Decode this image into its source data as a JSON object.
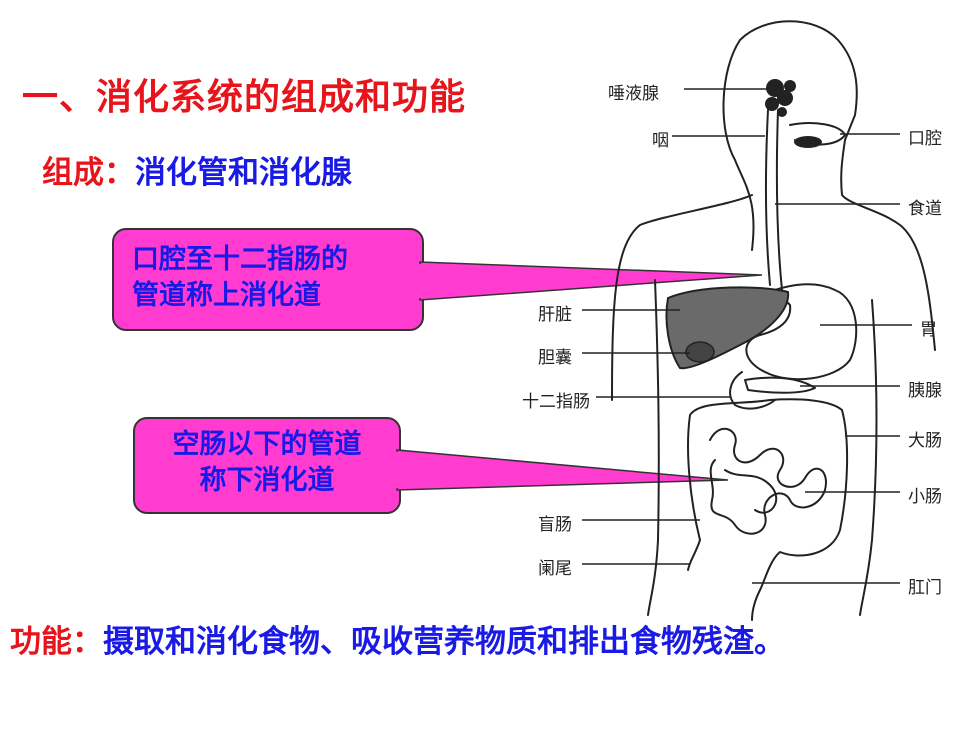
{
  "title": "一、消化系统的组成和功能",
  "composition": {
    "label": "组成：",
    "value": "消化管和消化腺"
  },
  "callouts": {
    "upper": {
      "line1": "口腔至十二指肠的",
      "line2": "管道称上消化道"
    },
    "lower": {
      "line1": "空肠以下的管道",
      "line2": "称下消化道"
    }
  },
  "function": {
    "label": "功能：",
    "value": "摄取和消化食物、吸收营养物质和排出食物残渣。"
  },
  "diagram_labels": {
    "salivary_gland": "唾液腺",
    "pharynx": "咽",
    "oral_cavity": "口腔",
    "esophagus": "食道",
    "liver": "肝脏",
    "stomach": "胃",
    "gallbladder": "胆囊",
    "duodenum": "十二指肠",
    "pancreas": "胰腺",
    "large_intestine": "大肠",
    "small_intestine": "小肠",
    "cecum": "盲肠",
    "appendix": "阑尾",
    "anus": "肛门"
  },
  "colors": {
    "title": "#e8141b",
    "body_text": "#1a1ae6",
    "callout_fill": "#ff3ccf"
  }
}
